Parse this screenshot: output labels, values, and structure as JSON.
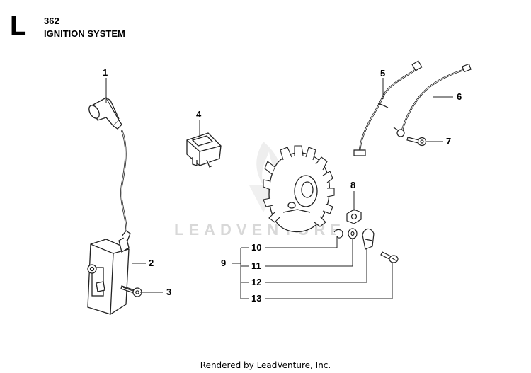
{
  "header": {
    "section_letter": "L",
    "model": "362",
    "title": "IGNITION SYSTEM"
  },
  "watermark": "LEADVENTURE",
  "footer": "Rendered by LeadVenture, Inc.",
  "callouts": [
    "1",
    "2",
    "3",
    "4",
    "5",
    "6",
    "7",
    "8",
    "9",
    "10",
    "11",
    "12",
    "13"
  ]
}
